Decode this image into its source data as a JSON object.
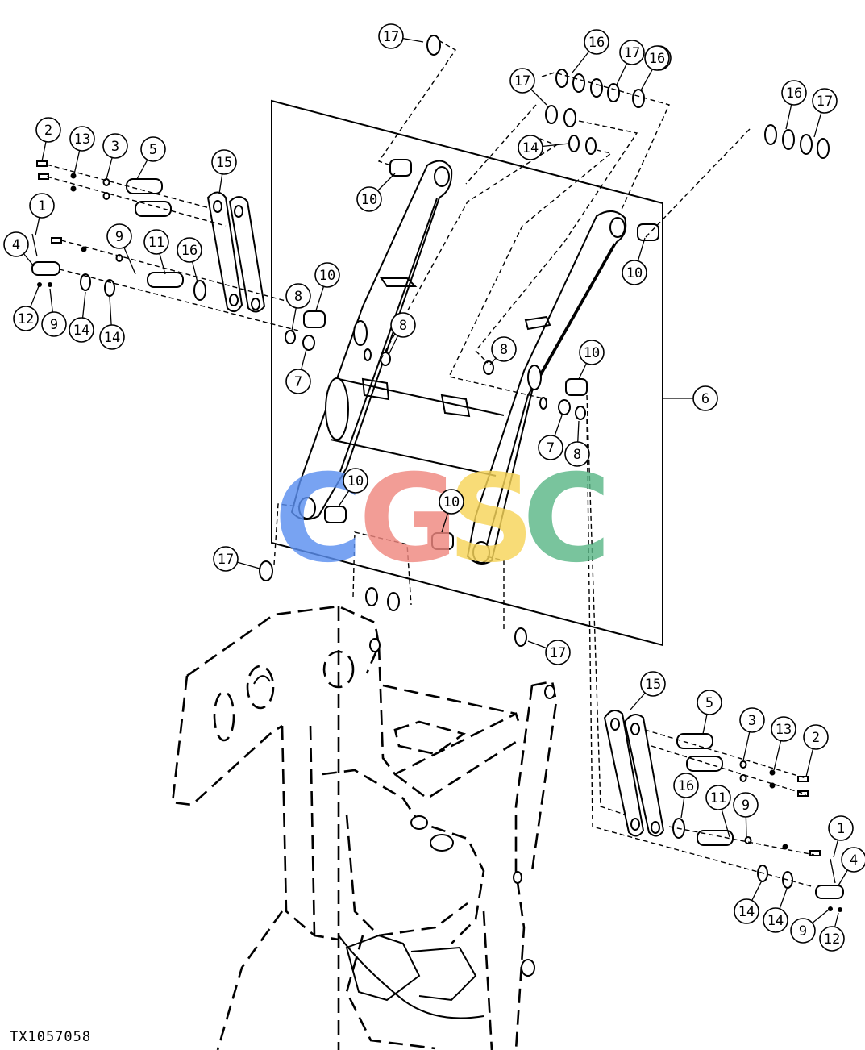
{
  "figure_id": "TX1057058",
  "watermark": {
    "letters": [
      "C",
      "G",
      "S",
      "C"
    ],
    "colors": [
      "#5b8ff0",
      "#f08880",
      "#f7d55a",
      "#5cb888"
    ]
  },
  "callouts": [
    {
      "n": "17"
    },
    {
      "n": "16"
    },
    {
      "n": "17"
    },
    {
      "n": "16"
    },
    {
      "n": "16"
    },
    {
      "n": "17"
    },
    {
      "n": "16"
    },
    {
      "n": "17"
    },
    {
      "n": "14"
    },
    {
      "n": "10"
    },
    {
      "n": "10"
    },
    {
      "n": "2"
    },
    {
      "n": "13"
    },
    {
      "n": "3"
    },
    {
      "n": "5"
    },
    {
      "n": "15"
    },
    {
      "n": "1"
    },
    {
      "n": "9"
    },
    {
      "n": "11"
    },
    {
      "n": "4"
    },
    {
      "n": "16"
    },
    {
      "n": "10"
    },
    {
      "n": "8"
    },
    {
      "n": "12"
    },
    {
      "n": "9"
    },
    {
      "n": "14"
    },
    {
      "n": "14"
    },
    {
      "n": "7"
    },
    {
      "n": "8"
    },
    {
      "n": "8"
    },
    {
      "n": "10"
    },
    {
      "n": "6"
    },
    {
      "n": "7"
    },
    {
      "n": "8"
    },
    {
      "n": "10"
    },
    {
      "n": "10"
    },
    {
      "n": "17"
    },
    {
      "n": "17"
    },
    {
      "n": "15"
    },
    {
      "n": "5"
    },
    {
      "n": "3"
    },
    {
      "n": "13"
    },
    {
      "n": "2"
    },
    {
      "n": "16"
    },
    {
      "n": "11"
    },
    {
      "n": "9"
    },
    {
      "n": "1"
    },
    {
      "n": "4"
    },
    {
      "n": "14"
    },
    {
      "n": "14"
    },
    {
      "n": "9"
    },
    {
      "n": "12"
    }
  ]
}
